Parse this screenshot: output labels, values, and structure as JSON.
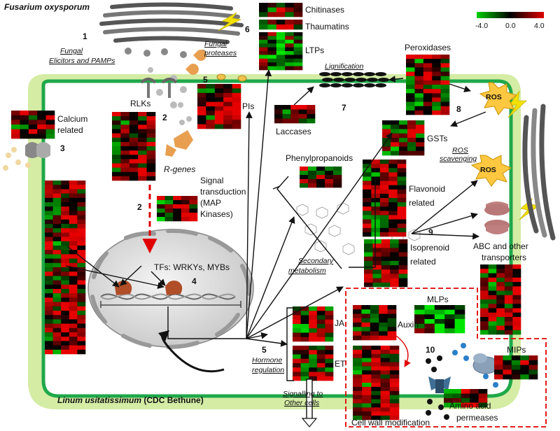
{
  "diagram": {
    "organism_top": "Fusarium oxysporum",
    "organism_bottom": "Linum usitatissimum",
    "organism_bottom_cultivar": " (CDC Bethune)",
    "scale": {
      "min": "-4.0",
      "mid": "0.0",
      "max": "4.0",
      "colors": [
        "#00d000",
        "#000000",
        "#e00000"
      ]
    },
    "steps": {
      "s1": "1",
      "s2a": "2",
      "s2b": "2",
      "s3": "3",
      "s4": "4",
      "s5a": "5",
      "s5b": "5",
      "s6": "6",
      "s7": "7",
      "s8": "8",
      "s9": "9",
      "s10": "10"
    },
    "labels": {
      "fungal_elicitors_1": "Fungal",
      "fungal_elicitors_2": "Elicitors and PAMPs",
      "fungal_proteases_1": "Fungal",
      "fungal_proteases_2": "proteases",
      "chitinases": "Chitinases",
      "thaumatins": "Thaumatins",
      "ltps": "LTPs",
      "peroxidases": "Peroxidases",
      "lignification": "Lignification",
      "rlks": "RLKs",
      "pis": "PIs",
      "laccases": "Laccases",
      "calcium_1": "Calcium",
      "calcium_2": "related",
      "r_genes": "R-genes",
      "gsts": "GSTs",
      "ros": "ROS",
      "ros_scav_1": "ROS",
      "ros_scav_2": "scavenging",
      "phenylpropanoids": "Phenylpropanoids",
      "flavonoid_1": "Flavonoid",
      "flavonoid_2": "related",
      "signal_1": "Signal",
      "signal_2": "transduction",
      "signal_3": "(MAP",
      "signal_4": "Kinases)",
      "tfs": "TFs: WRKYs, MYBs",
      "isoprenoid_1": "Isoprenoid",
      "isoprenoid_2": "related",
      "abc_1": "ABC and other",
      "abc_2": "transporters",
      "secondary_1": "Secondary",
      "secondary_2": "metabolism",
      "mlps": "MLPs",
      "ja": "JA",
      "et": "ET",
      "auxin": "Auxin",
      "hormone_1": "Hormone",
      "hormone_2": "regulation",
      "mips": "MIPs",
      "signalling_1": "Signalling to",
      "signalling_2": "Other cells",
      "cell_wall": "Cell wall modification",
      "amino_1": "Amino acid",
      "amino_2": "permeases"
    }
  }
}
